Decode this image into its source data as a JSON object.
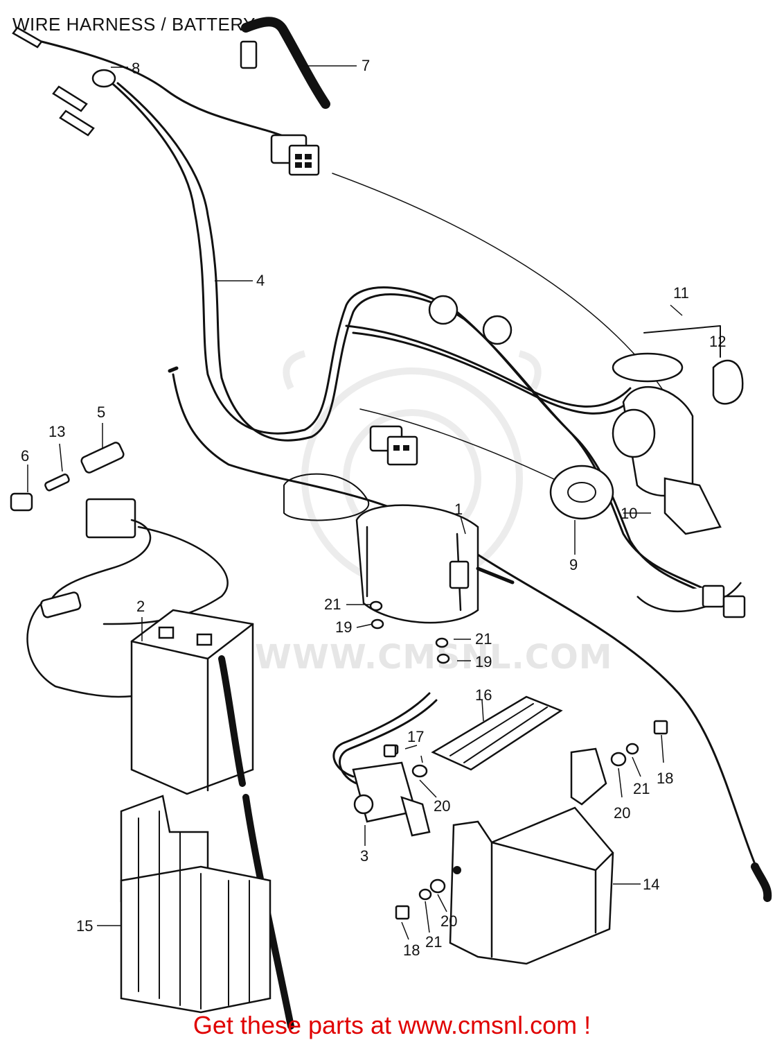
{
  "title": "WIRE HARNESS / BATTERY",
  "watermark": "WWW.CMSNL.COM",
  "footer": "Get these parts at www.cmsnl.com !",
  "callouts": {
    "p1": "1",
    "p2": "2",
    "p3": "3",
    "p4": "4",
    "p5": "5",
    "p6": "6",
    "p7": "7",
    "p8": "8",
    "p9": "9",
    "p10": "10",
    "p11": "11",
    "p12": "12",
    "p13": "13",
    "p14": "14",
    "p15": "15",
    "p16": "16",
    "p17": "17",
    "p18a": "18",
    "p18b": "18",
    "p19a": "19",
    "p19b": "19",
    "p20a": "20",
    "p20b": "20",
    "p20c": "20",
    "p21a": "21",
    "p21b": "21",
    "p21c": "21",
    "p21d": "21"
  },
  "colors": {
    "line": "#111111",
    "footer": "#e00000",
    "watermark": "#e6e6e6"
  }
}
